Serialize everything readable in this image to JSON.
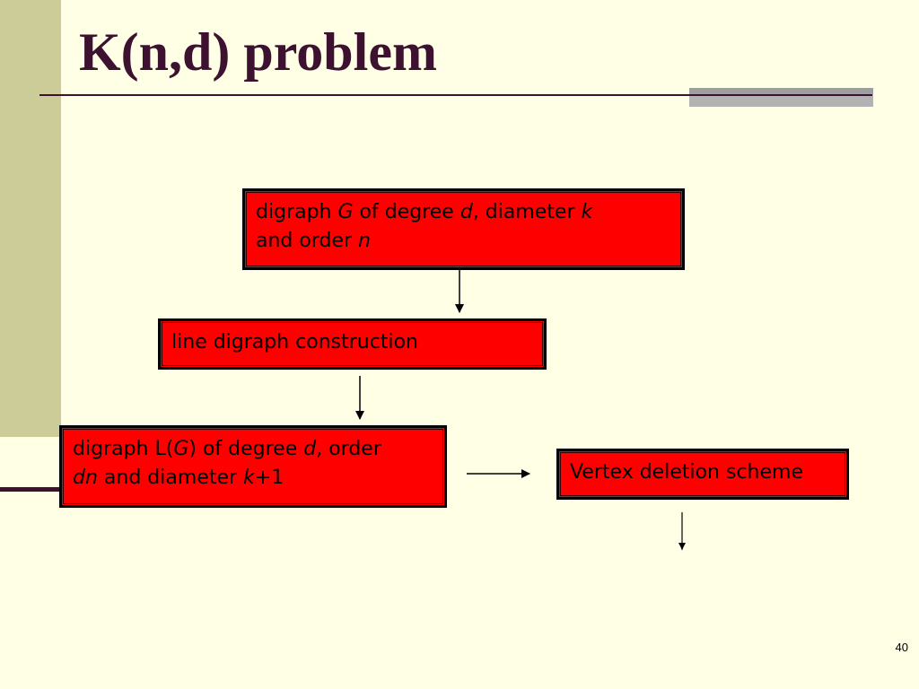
{
  "slide": {
    "title": "K(n,d) problem",
    "page_number": "40"
  },
  "boxes": {
    "digraph_g": {
      "t1": "digraph ",
      "g": "G",
      "t2": " of degree ",
      "d": "d",
      "t3": ", diameter ",
      "k": "k",
      "t4": "and order ",
      "n": "n"
    },
    "line_digraph": {
      "text": "line digraph construction"
    },
    "digraph_lg": {
      "t1": "digraph L(",
      "g": "G",
      "t2": ") of degree ",
      "d": "d",
      "t3": ", order",
      "dn": "dn",
      "t4": " and diameter ",
      "k": "k",
      "t5": "+1"
    },
    "vertex_deletion": {
      "text": "Vertex deletion scheme"
    }
  },
  "colors": {
    "background": "#FFFFE5",
    "box_fill": "#FF0000",
    "title": "#3D1230",
    "side_band": "#CCCC99"
  }
}
